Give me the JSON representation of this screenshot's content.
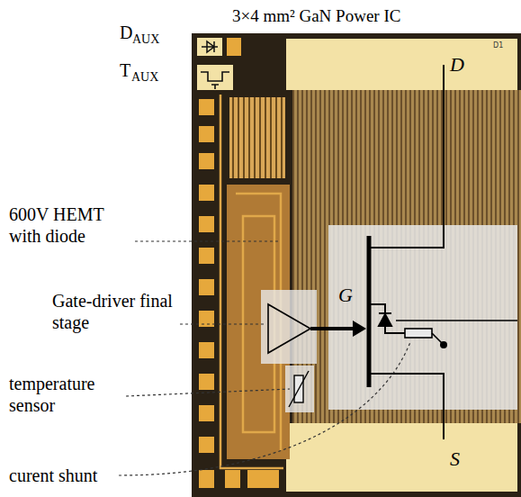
{
  "diagram": {
    "title": "3×4 mm² GaN Power IC",
    "labels": [
      "D",
      "AUX",
      "T",
      "AUX",
      "600V HEMT with diode",
      "Gate-driver final stage",
      "temperature sensor",
      "curent shunt",
      "D1",
      "D",
      "G",
      "S"
    ]
  }
}
